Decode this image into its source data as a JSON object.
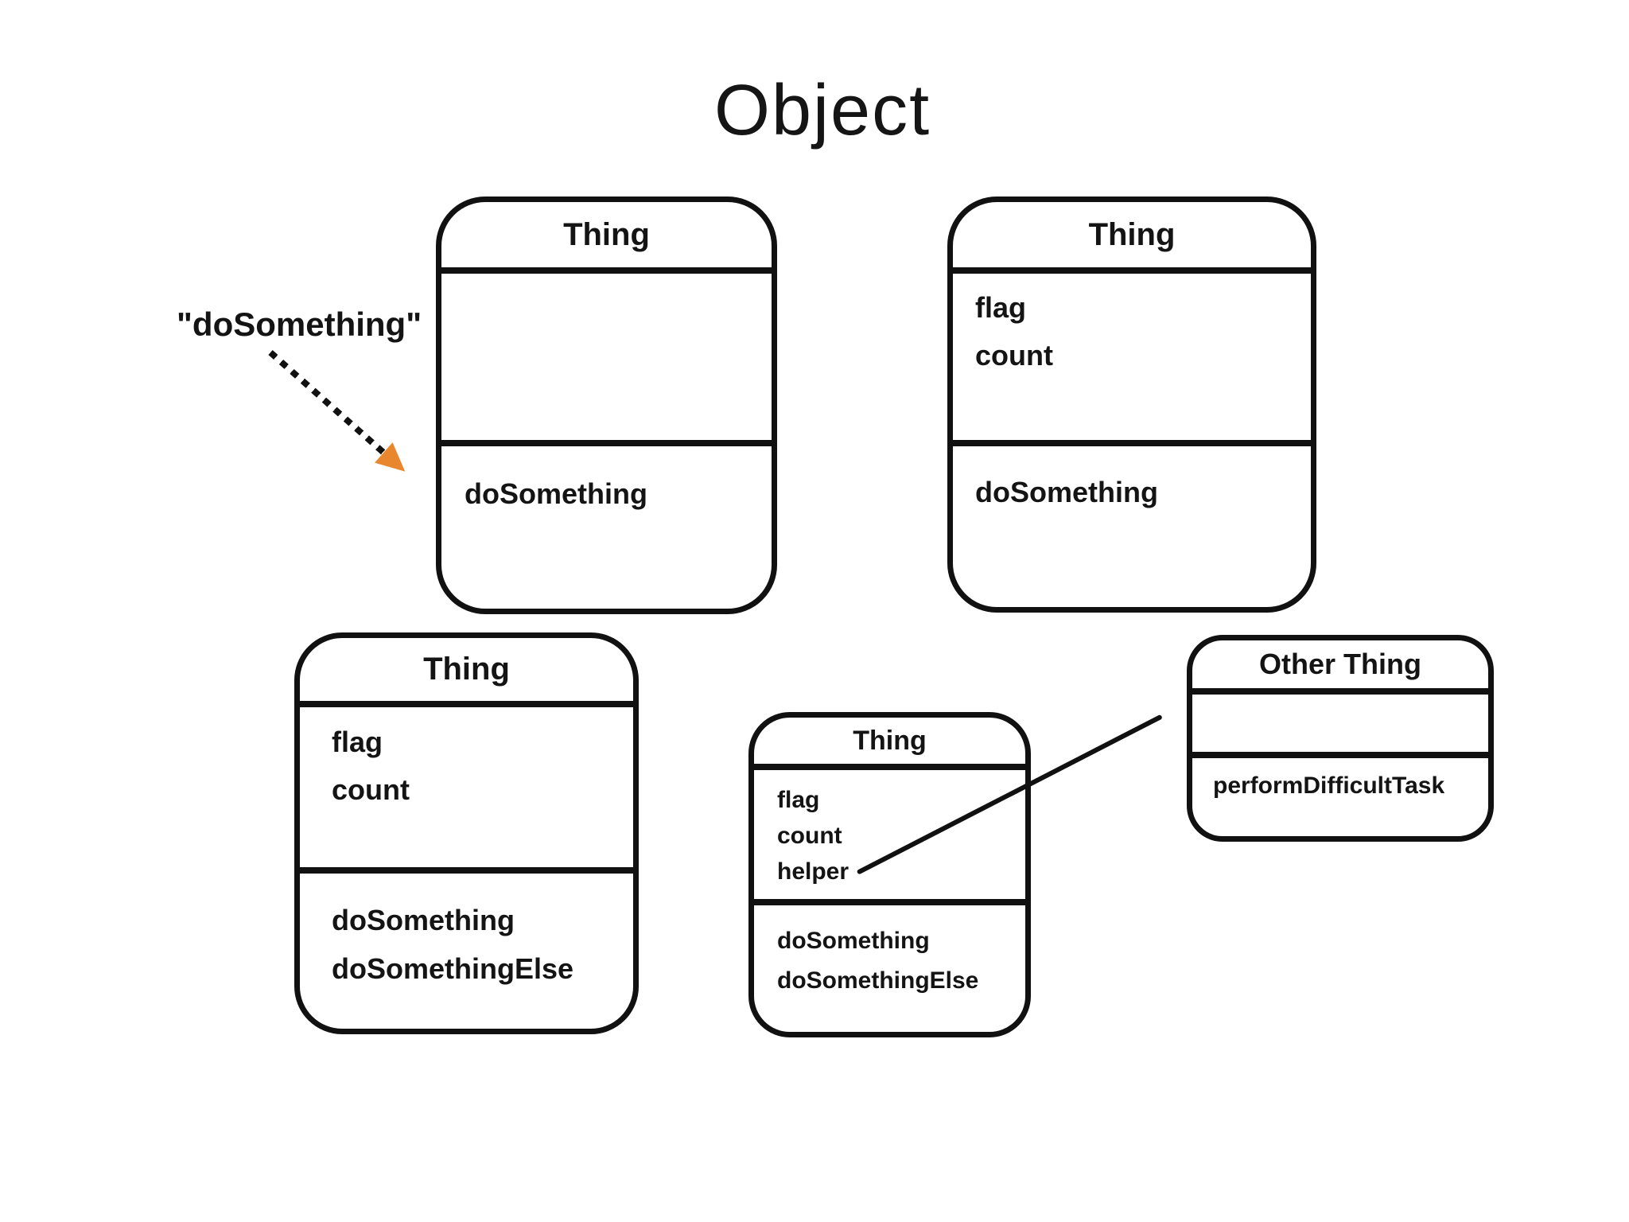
{
  "title": "Object",
  "annotation": {
    "label": "\"doSomething\""
  },
  "boxes": [
    {
      "title": "Thing",
      "attributes": [],
      "methods": [
        "doSomething"
      ]
    },
    {
      "title": "Thing",
      "attributes": [
        "flag",
        "count"
      ],
      "methods": [
        "doSomething"
      ]
    },
    {
      "title": "Thing",
      "attributes": [
        "flag",
        "count"
      ],
      "methods": [
        "doSomething",
        "doSomethingElse"
      ]
    },
    {
      "title": "Thing",
      "attributes": [
        "flag",
        "count",
        "helper"
      ],
      "methods": [
        "doSomething",
        "doSomethingElse"
      ]
    },
    {
      "title": "Other Thing",
      "attributes": [],
      "methods": [
        "performDifficultTask"
      ]
    }
  ],
  "connections": [
    {
      "from": "helper",
      "to": "Other Thing",
      "style": "solid"
    },
    {
      "from": "\"doSomething\" message",
      "to": "Thing (top-left) methods",
      "style": "dotted-arrow"
    }
  ],
  "colors": {
    "ink": "#111111",
    "arrowhead_orange": "#E8872E",
    "background": "#ffffff"
  }
}
